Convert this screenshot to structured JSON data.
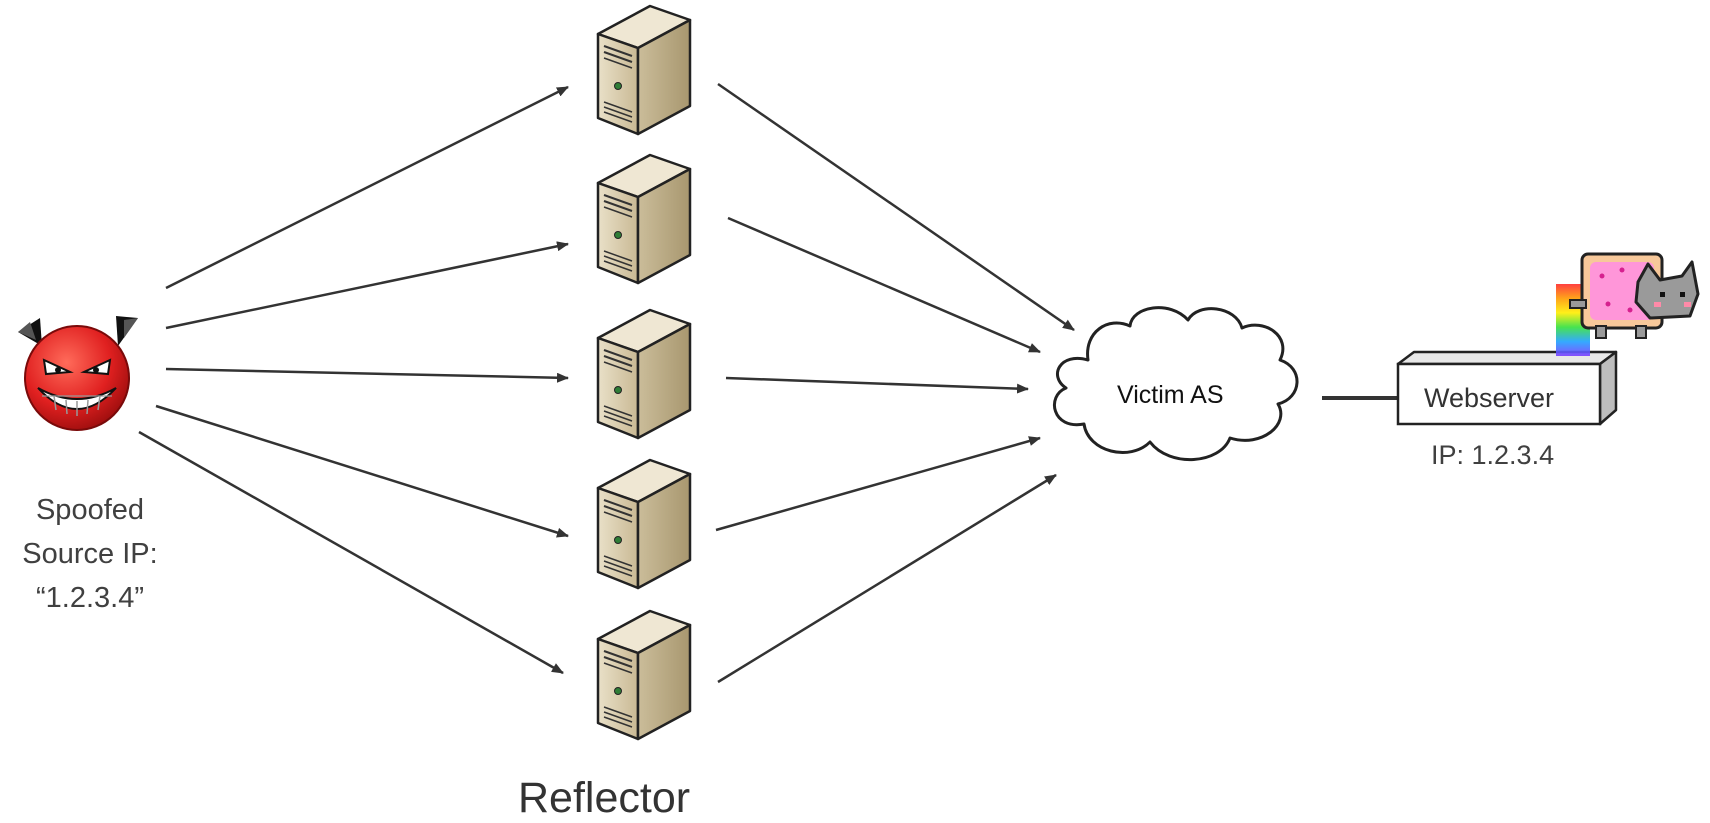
{
  "diagram": {
    "attacker": {
      "icon": "devil-face-icon",
      "label_lines": [
        "Spoofed",
        "Source IP:",
        "“1.2.3.4”"
      ]
    },
    "reflectors": {
      "icon": "server-tower-icon",
      "count": 5,
      "label": "Reflector"
    },
    "victim_network": {
      "icon": "cloud-icon",
      "label": "Victim AS"
    },
    "webserver": {
      "icon": "server-box-icon",
      "label": "Webserver",
      "ip_label": "IP: 1.2.3.4",
      "decoration": "nyan-cat-icon"
    },
    "colors": {
      "arrow": "#333333",
      "devil_red": "#e02020",
      "server_beige": "#d9ccaa"
    }
  }
}
